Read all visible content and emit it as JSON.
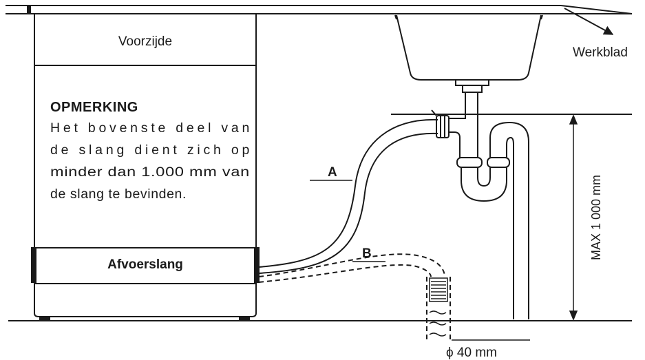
{
  "appliance": {
    "front_label": "Voorzijde",
    "hose_label": "Afvoerslang"
  },
  "note": {
    "title": "OPMERKING",
    "lines": [
      "Het bovenste deel van",
      "de slang dient zich op",
      "minder dan 1.000 mm van",
      "de slang te bevinden."
    ]
  },
  "countertop_label": "Werkblad",
  "hose_a_label": "A",
  "hose_b_label": "B",
  "max_height_label": "MAX 1 000 mm",
  "pipe_diameter_label": "ϕ 40 mm",
  "colors": {
    "line": "#1a1a1a",
    "background": "#ffffff",
    "hatch": "#555555"
  }
}
